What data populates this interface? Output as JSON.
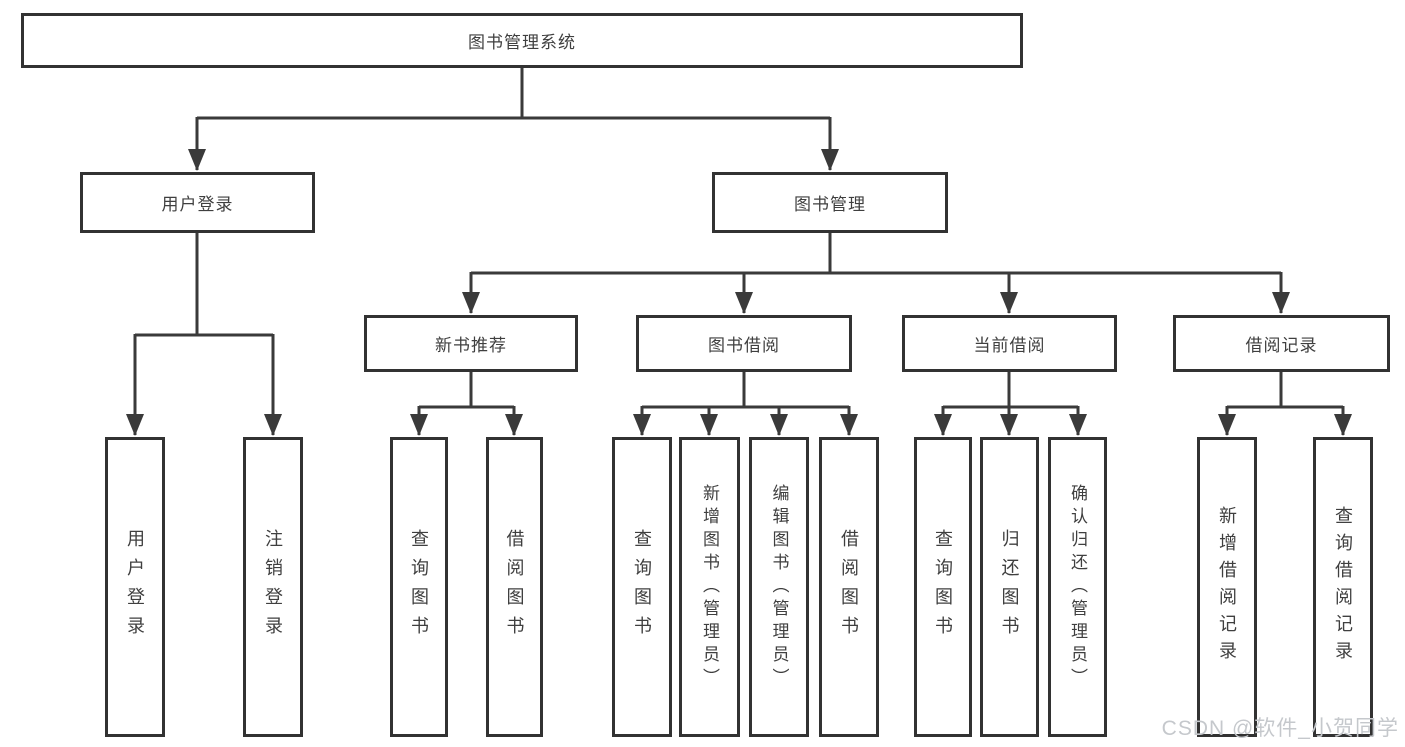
{
  "diagram": {
    "root": {
      "label": "图书管理系统"
    },
    "level2": [
      {
        "label": "用户登录"
      },
      {
        "label": "图书管理"
      }
    ],
    "level3": [
      {
        "label": "新书推荐"
      },
      {
        "label": "图书借阅"
      },
      {
        "label": "当前借阅"
      },
      {
        "label": "借阅记录"
      }
    ],
    "leaves": {
      "user_login": [
        {
          "label": "用户登录"
        },
        {
          "label": "注销登录"
        }
      ],
      "new_book_recommend": [
        {
          "label": "查询图书"
        },
        {
          "label": "借阅图书"
        }
      ],
      "book_borrow": [
        {
          "label": "查询图书"
        },
        {
          "label": "新增图书（管理员）"
        },
        {
          "label": "编辑图书（管理员）"
        },
        {
          "label": "借阅图书"
        }
      ],
      "current_borrow": [
        {
          "label": "查询图书"
        },
        {
          "label": "归还图书"
        },
        {
          "label": "确认归还（管理员）"
        }
      ],
      "borrow_records": [
        {
          "label": "新增借阅记录"
        },
        {
          "label": "查询借阅记录"
        }
      ]
    }
  },
  "watermark": {
    "text": "CSDN @软件_小贺同学"
  },
  "colors": {
    "line": "#3a3a3a",
    "box_border": "#323232",
    "text": "#3f3f3f",
    "watermark": "#c5c8cc",
    "background": "#ffffff"
  }
}
